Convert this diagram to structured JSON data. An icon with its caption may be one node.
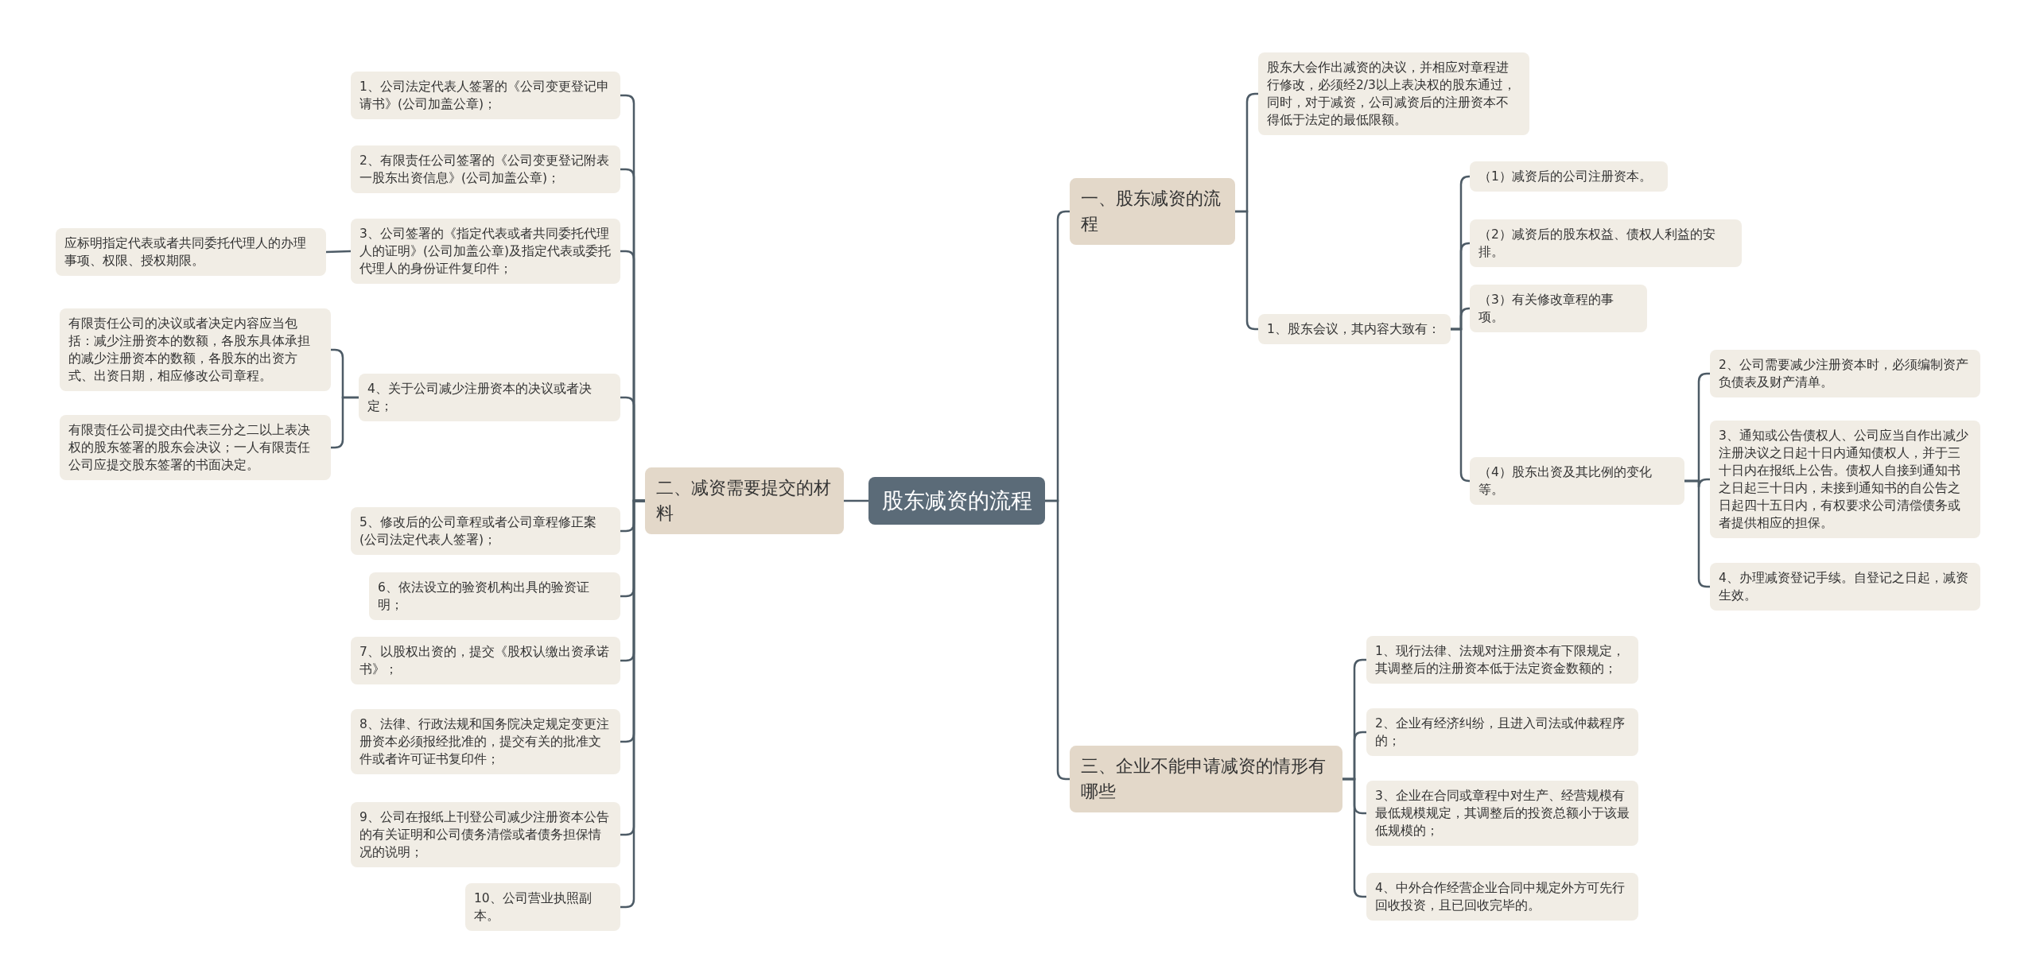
{
  "diagram": {
    "nodes": [
      {
        "text": [
          "股东减资的流程"
        ]
      },
      {
        "text": [
          "一、股东减资的流程"
        ]
      },
      {
        "text": [
          "股东大会作出减资的决议，并相应对章程进行修改，必须经2/3以上表决权的股东通过，同时，对于减资，公司减资后的注册资本不得低于法定的最低限额。"
        ]
      },
      {
        "text": [
          "1、股东会议，其内容大致有："
        ]
      },
      {
        "text": [
          "（1）减资后的公司注册资本。"
        ]
      },
      {
        "text": [
          "（2）减资后的股东权益、债权人利益的安排。"
        ]
      },
      {
        "text": [
          "（3）有关修改章程的事项。"
        ]
      },
      {
        "text": [
          "（4）股东出资及其比例的变化等。"
        ]
      },
      {
        "text": [
          "2、公司需要减少注册资本时，必须编制资产负债表及财产清单。"
        ]
      },
      {
        "text": [
          "3、通知或公告债权人、公司应当自作出减少注册决议之日起十日内通知债权人，并于三十日内在报纸上公告。债权人自接到通知书之日起三十日内，未接到通知书的自公告之日起四十五日内，有权要求公司清偿债务或者提供相应的担保。"
        ]
      },
      {
        "text": [
          "4、办理减资登记手续。自登记之日起，减资生效。"
        ]
      },
      {
        "text": [
          "三、企业不能申请减资的情形有哪些"
        ]
      },
      {
        "text": [
          "1、现行法律、法规对注册资本有下限规定，其调整后的注册资本低于法定资金数额的；"
        ]
      },
      {
        "text": [
          "2、企业有经济纠纷，且进入司法或仲裁程序的；"
        ]
      },
      {
        "text": [
          "3、企业在合同或章程中对生产、经营规模有最低规模规定，其调整后的投资总额小于该最低规模的；"
        ]
      },
      {
        "text": [
          "4、中外合作经营企业合同中规定外方可先行回收投资，且已回收完毕的。"
        ]
      },
      {
        "text": [
          "二、减资需要提交的材料"
        ]
      },
      {
        "text": [
          "1、公司法定代表人签署的《公司变更登记申请书》(公司加盖公章)；"
        ]
      },
      {
        "text": [
          "2、有限责任公司签署的《公司变更登记附表一股东出资信息》(公司加盖公章)；"
        ]
      },
      {
        "text": [
          "3、公司签署的《指定代表或者共同委托代理人的证明》(公司加盖公章)及指定代表或委托代理人的身份证件复印件；"
        ]
      },
      {
        "text": [
          "4、关于公司减少注册资本的决议或者决定；"
        ]
      },
      {
        "text": [
          "5、修改后的公司章程或者公司章程修正案(公司法定代表人签署)；"
        ]
      },
      {
        "text": [
          "6、依法设立的验资机构出具的验资证明；"
        ]
      },
      {
        "text": [
          "7、以股权出资的，提交《股权认缴出资承诺书》；"
        ]
      },
      {
        "text": [
          "8、法律、行政法规和国务院决定规定变更注册资本必须报经批准的，提交有关的批准文件或者许可证书复印件；"
        ]
      },
      {
        "text": [
          "9、公司在报纸上刊登公司减少注册资本公告的有关证明和公司债务清偿或者债务担保情况的说明；"
        ]
      },
      {
        "text": [
          "10、公司营业执照副本。"
        ]
      },
      {
        "text": [
          "应标明指定代表或者共同委托代理人的办理事项、权限、授权期限。"
        ]
      },
      {
        "text": [
          "有限责任公司的决议或者决定内容应当包括：减少注册资本的数额，各股东具体承担的减少注册资本的数额，各股东的出资方式、出资日期，相应修改公司章程。"
        ]
      },
      {
        "text": [
          "有限责任公司提交由代表三分之二以上表决权的股东签署的股东会决议；一人有限责任公司应提交股东签署的书面决定。"
        ]
      }
    ],
    "edges": [
      {
        "from": 0,
        "to": 1,
        "arrow": "none"
      },
      {
        "from": 1,
        "to": 2,
        "arrow": "none"
      },
      {
        "from": 1,
        "to": 3,
        "arrow": "none"
      },
      {
        "from": 3,
        "to": 4,
        "arrow": "none"
      },
      {
        "from": 3,
        "to": 5,
        "arrow": "none"
      },
      {
        "from": 3,
        "to": 6,
        "arrow": "none"
      },
      {
        "from": 3,
        "to": 7,
        "arrow": "none"
      },
      {
        "from": 7,
        "to": 8,
        "arrow": "none"
      },
      {
        "from": 7,
        "to": 9,
        "arrow": "none"
      },
      {
        "from": 7,
        "to": 10,
        "arrow": "none"
      },
      {
        "from": 0,
        "to": 11,
        "arrow": "none"
      },
      {
        "from": 11,
        "to": 12,
        "arrow": "none"
      },
      {
        "from": 11,
        "to": 13,
        "arrow": "none"
      },
      {
        "from": 11,
        "to": 14,
        "arrow": "none"
      },
      {
        "from": 11,
        "to": 15,
        "arrow": "none"
      },
      {
        "from": 0,
        "to": 16,
        "arrow": "none"
      },
      {
        "from": 16,
        "to": 17,
        "arrow": "none"
      },
      {
        "from": 16,
        "to": 18,
        "arrow": "none"
      },
      {
        "from": 16,
        "to": 19,
        "arrow": "none"
      },
      {
        "from": 16,
        "to": 20,
        "arrow": "none"
      },
      {
        "from": 16,
        "to": 21,
        "arrow": "none"
      },
      {
        "from": 16,
        "to": 22,
        "arrow": "none"
      },
      {
        "from": 16,
        "to": 23,
        "arrow": "none"
      },
      {
        "from": 16,
        "to": 24,
        "arrow": "none"
      },
      {
        "from": 16,
        "to": 25,
        "arrow": "none"
      },
      {
        "from": 16,
        "to": 26,
        "arrow": "none"
      },
      {
        "from": 19,
        "to": 27,
        "arrow": "none"
      },
      {
        "from": 20,
        "to": 28,
        "arrow": "none"
      },
      {
        "from": 20,
        "to": 29,
        "arrow": "none"
      }
    ]
  }
}
